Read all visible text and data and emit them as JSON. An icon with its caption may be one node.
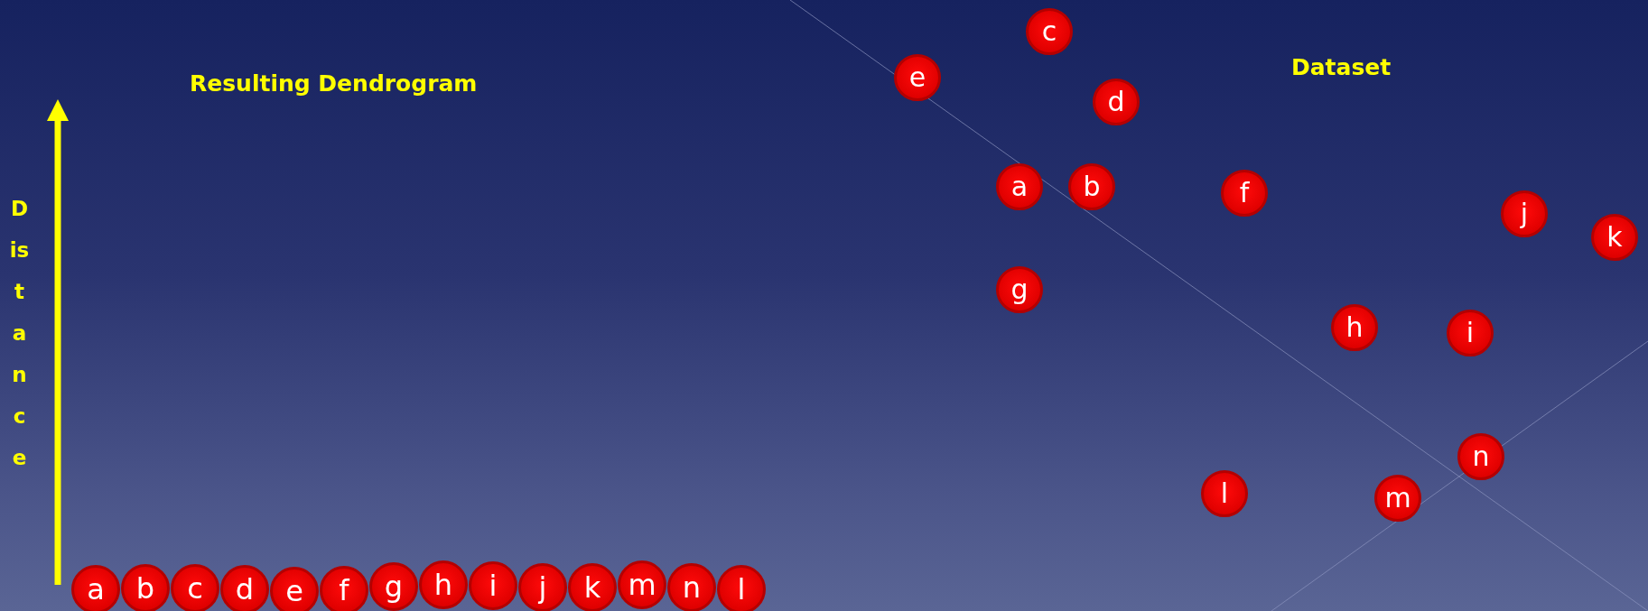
{
  "diagram": {
    "nodes": [
      {
        "text": [
          "c"
        ]
      },
      {
        "text": [
          "e"
        ]
      },
      {
        "text": [
          "d"
        ]
      },
      {
        "text": [
          "a"
        ]
      },
      {
        "text": [
          "b"
        ]
      },
      {
        "text": [
          "f"
        ]
      },
      {
        "text": [
          "j"
        ]
      },
      {
        "text": [
          "k"
        ]
      },
      {
        "text": [
          "g"
        ]
      },
      {
        "text": [
          "h"
        ]
      },
      {
        "text": [
          "i"
        ]
      },
      {
        "text": [
          "n"
        ]
      },
      {
        "text": [
          "l"
        ]
      },
      {
        "text": [
          "m"
        ]
      },
      {
        "text": [
          "a"
        ]
      },
      {
        "text": [
          "b"
        ]
      },
      {
        "text": [
          "c"
        ]
      },
      {
        "text": [
          "d"
        ]
      },
      {
        "text": [
          "e"
        ]
      },
      {
        "text": [
          "f"
        ]
      },
      {
        "text": [
          "g"
        ]
      },
      {
        "text": [
          "h"
        ]
      },
      {
        "text": [
          "i"
        ]
      },
      {
        "text": [
          "j"
        ]
      },
      {
        "text": [
          "k"
        ]
      },
      {
        "text": [
          "m"
        ]
      },
      {
        "text": [
          "n"
        ]
      },
      {
        "text": [
          "l"
        ]
      }
    ],
    "labels": [
      "Resulting Dendrogram",
      "Dataset",
      "Distance"
    ]
  }
}
